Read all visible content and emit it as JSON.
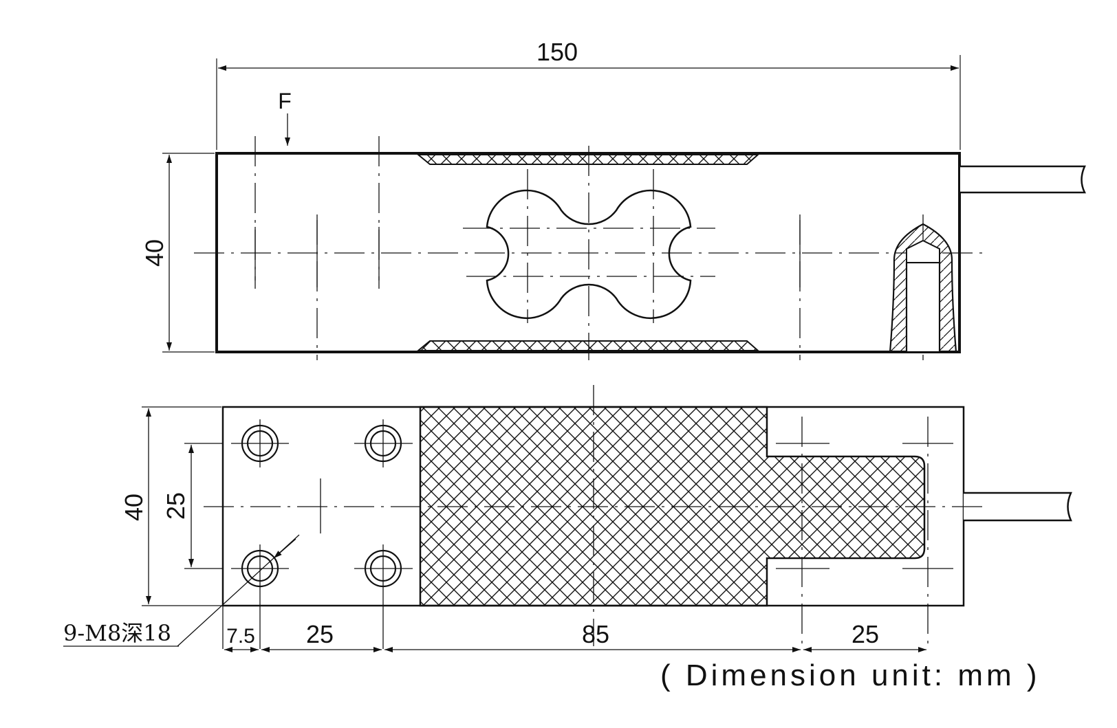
{
  "dimensions": {
    "top_length": "150",
    "top_height": "40",
    "bottom_height": "40",
    "hole_spacing_vertical": "25",
    "edge_offset": "7.5",
    "hole_spacing_horizontal": "25",
    "center_span": "85",
    "right_spacing": "25"
  },
  "labels": {
    "force": "F",
    "hole_callout": "9-M8深18"
  },
  "note": {
    "unit_text": "( Dimension unit: mm )"
  },
  "colors": {
    "line": "#111111",
    "background": "#ffffff"
  }
}
